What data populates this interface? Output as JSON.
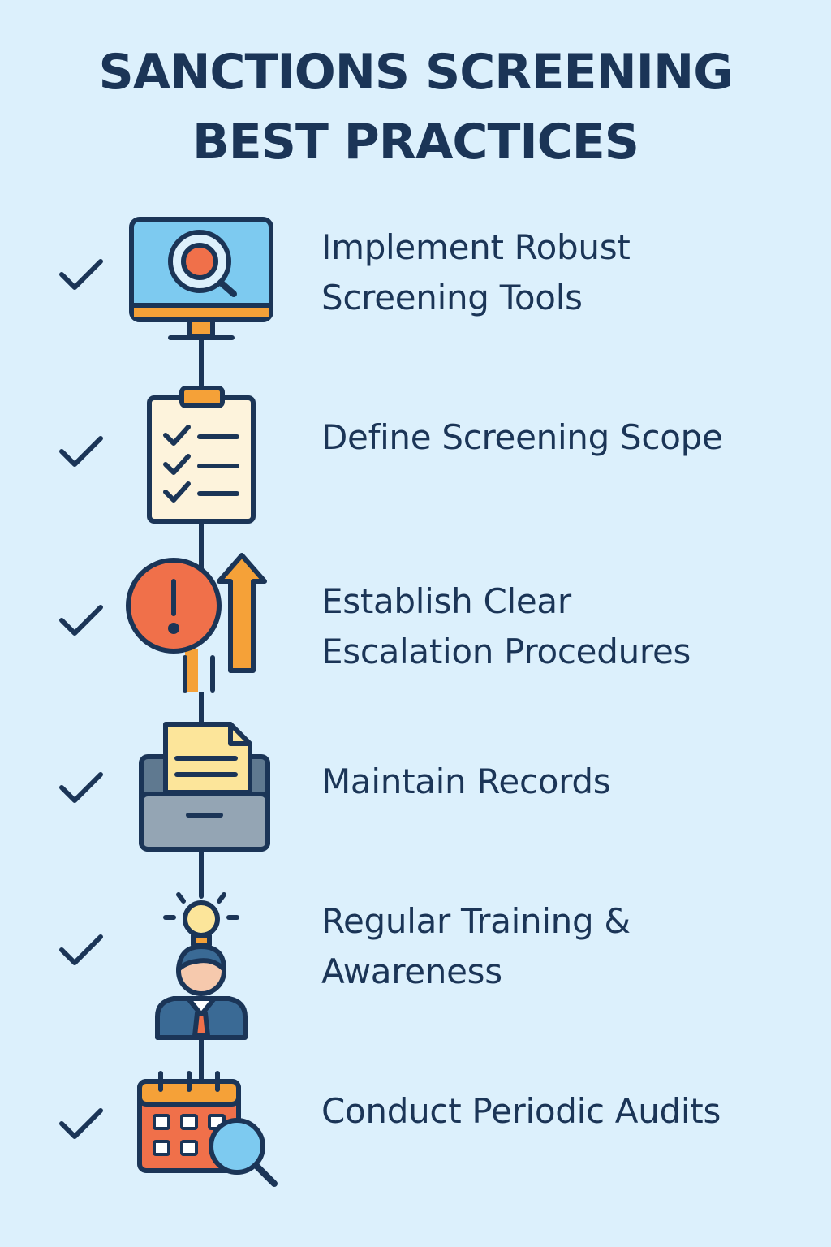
{
  "title": {
    "line1": "SANCTIONS SCREENING",
    "line2": "BEST PRACTICES"
  },
  "colors": {
    "background": "#dcf0fc",
    "ink": "#1b3557",
    "accent_blue": "#7dcaf0",
    "accent_orange": "#f5a138",
    "accent_red": "#f0704a",
    "paper": "#fdf3dc",
    "note": "#fce59a",
    "tray": "#94a5b4"
  },
  "steps": [
    {
      "icon": "computer-search-icon",
      "lines": [
        "Implement Robust",
        "Screening Tools"
      ],
      "checked": true
    },
    {
      "icon": "checklist-clipboard-icon",
      "lines": [
        "Define Screening Scope"
      ],
      "checked": true
    },
    {
      "icon": "alert-escalation-icon",
      "lines": [
        "Establish Clear",
        "Escalation Procedures"
      ],
      "checked": true
    },
    {
      "icon": "records-drawer-icon",
      "lines": [
        "Maintain Records"
      ],
      "checked": true
    },
    {
      "icon": "trainee-idea-icon",
      "lines": [
        "Regular Training &",
        "Awareness"
      ],
      "checked": true
    },
    {
      "icon": "calendar-audit-icon",
      "lines": [
        "Conduct Periodic Audits"
      ],
      "checked": true
    }
  ]
}
